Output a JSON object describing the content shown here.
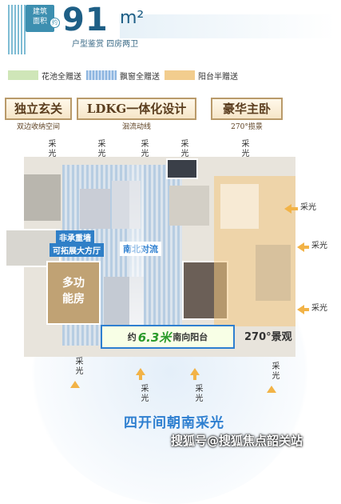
{
  "header": {
    "badge_line1": "建筑",
    "badge_line2": "面积",
    "badge_corner": "约",
    "area_number": "91",
    "area_unit": "m²",
    "subtitle": "户型鉴赏 四房两卫"
  },
  "legend": [
    {
      "label": "花池全赠送",
      "color": "#cfe6b8"
    },
    {
      "label": "飘窗全赠送",
      "color": "#a9c8ea"
    },
    {
      "label": "阳台半赠送",
      "color": "#f2cd8e"
    }
  ],
  "banners": {
    "entry_title": "独立玄关",
    "entry_sub": "双边收纳空间",
    "ldkg_title": "LDKG一体化设计",
    "ldkg_sub": "洄流动线",
    "master_title": "豪华主卧",
    "master_sub": "270°揽景"
  },
  "light_label": "采光",
  "plan_tags": {
    "wall_tag_line1": "非承重墙",
    "wall_tag_line2": "可拓展大方厅",
    "ns_flow": "南北对流",
    "multi_line1": "多功",
    "multi_line2": "能房",
    "balcony_prefix": "约",
    "balcony_value": "6.3米",
    "balcony_suffix": "南向阳台",
    "view_270": "270°景观"
  },
  "footer": {
    "title": "四开间朝南采光",
    "watermark": "搜狐号@搜狐焦点韶关站"
  },
  "colors": {
    "accent_blue": "#2e7fd0",
    "arrow_orange": "#f2b347",
    "banner_brown": "#5a3d1e"
  }
}
